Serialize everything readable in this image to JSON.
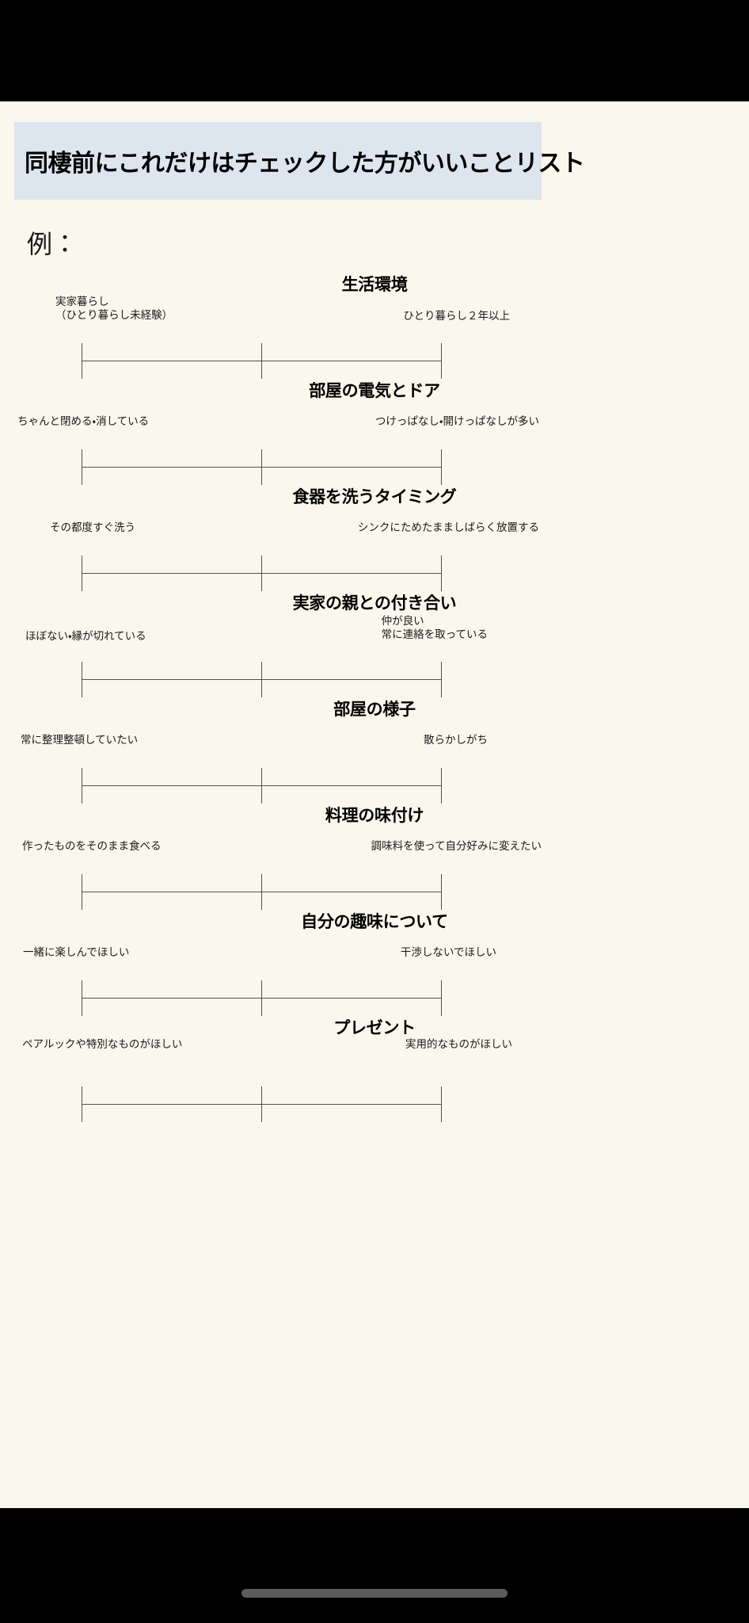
{
  "header": {
    "title": "同棲前にこれだけはチェックした方がいいことリスト",
    "banner_color": "#dde5ee"
  },
  "page": {
    "background_color": "#faf8ec",
    "example_label": "例："
  },
  "scales": [
    {
      "heading": "生活環境",
      "left_label": "実家暮らし\n（ひとり暮らし未経験）",
      "left_label_line1": "実家暮らし",
      "left_label_line2": "（ひとり暮らし未経験）",
      "right_label": "ひとり暮らし２年以上",
      "right_label_line1": "ひとり暮らし２年以上",
      "right_label_line2": ""
    },
    {
      "heading": "部屋の電気とドア",
      "left_label_line1": "ちゃんと閉める・消している",
      "left_label_line2": "",
      "right_label_line1": "つけっぱなし・開けっぱなしが多い",
      "right_label_line2": ""
    },
    {
      "heading": "食器を洗うタイミング",
      "left_label_line1": "その都度すぐ洗う",
      "left_label_line2": "",
      "right_label_line1": "シンクにためたまましばらく放置する",
      "right_label_line2": ""
    },
    {
      "heading": "実家の親との付き合い",
      "left_label_line1": "ほぼない・縁が切れている",
      "left_label_line2": "",
      "right_label_line1": "仲が良い",
      "right_label_line2": "常に連絡を取っている"
    },
    {
      "heading": "部屋の様子",
      "left_label_line1": "常に整理整頓していたい",
      "left_label_line2": "",
      "right_label_line1": "散らかしがち",
      "right_label_line2": ""
    },
    {
      "heading": "料理の味付け",
      "left_label_line1": "作ったものをそのまま食べる",
      "left_label_line2": "",
      "right_label_line1": "調味料を使って自分好みに変えたい",
      "right_label_line2": ""
    },
    {
      "heading": "自分の趣味について",
      "left_label_line1": "一緒に楽しんでほしい",
      "left_label_line2": "",
      "right_label_line1": "干渉しないでほしい",
      "right_label_line2": ""
    },
    {
      "heading": "プレゼント",
      "left_label_line1": "ペアルックや特別なものがほしい",
      "left_label_line2": "",
      "right_label_line1": "実用的なものがほしい",
      "right_label_line2": ""
    }
  ],
  "system": {
    "home_indicator_color": "#5b5b5b",
    "chrome_color": "#000000"
  }
}
